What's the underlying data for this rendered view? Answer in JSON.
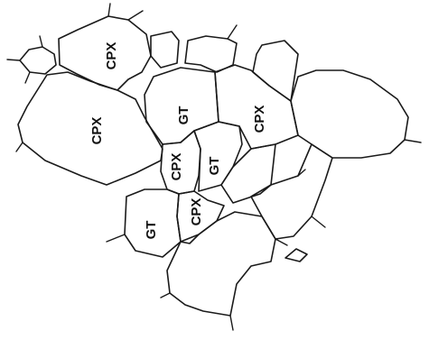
{
  "diagram": {
    "labels": {
      "cpx_top": "CPX",
      "cpx_left": "CPX",
      "gt_center": "GT",
      "cpx_right": "CPX",
      "cpx_middle": "CPX",
      "gt_middle": "GT",
      "cpx_lower": "CPX",
      "gt_lower": "GT"
    }
  }
}
